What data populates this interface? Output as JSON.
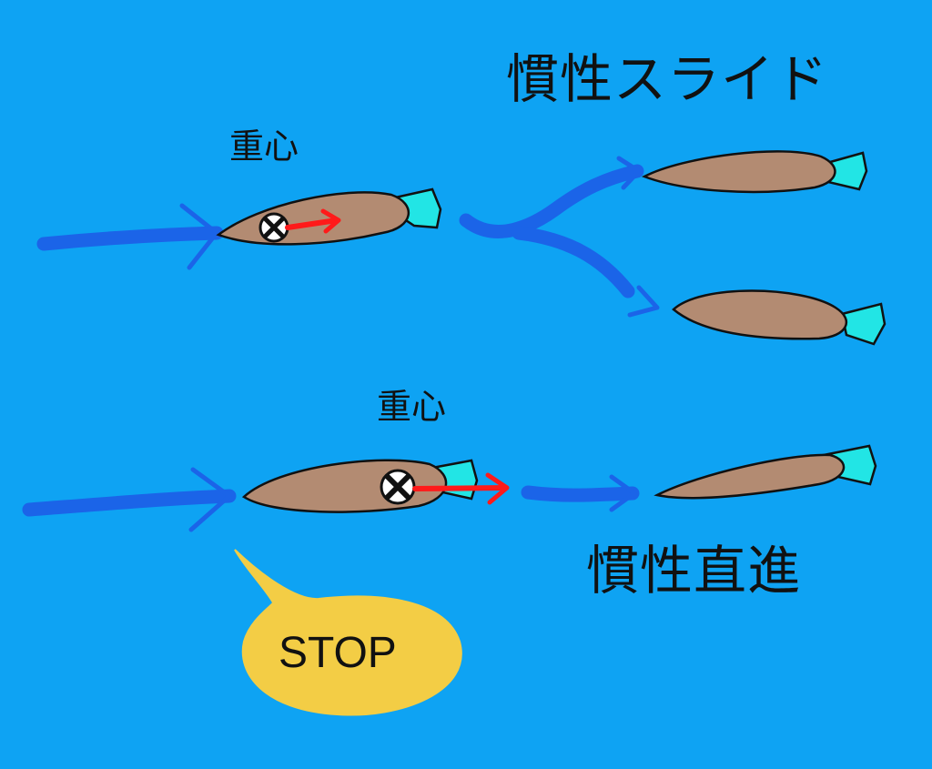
{
  "labels": {
    "slide_title": "慣性スライド",
    "straight_title": "慣性直進",
    "center_of_gravity_top": "重心",
    "center_of_gravity_bottom": "重心",
    "stop_bubble": "STOP"
  },
  "colors": {
    "background": "#0ea3f3",
    "path_arrow": "#1b64e8",
    "lure_body": "#b38b72",
    "lure_tail": "#22e5e5",
    "force_arrow": "#ff1a1a",
    "speech_bubble": "#f3cd45",
    "outline": "#111111"
  },
  "icons": [
    "center-of-gravity-icon",
    "lure-icon",
    "speech-bubble-icon",
    "arrow-icon"
  ]
}
